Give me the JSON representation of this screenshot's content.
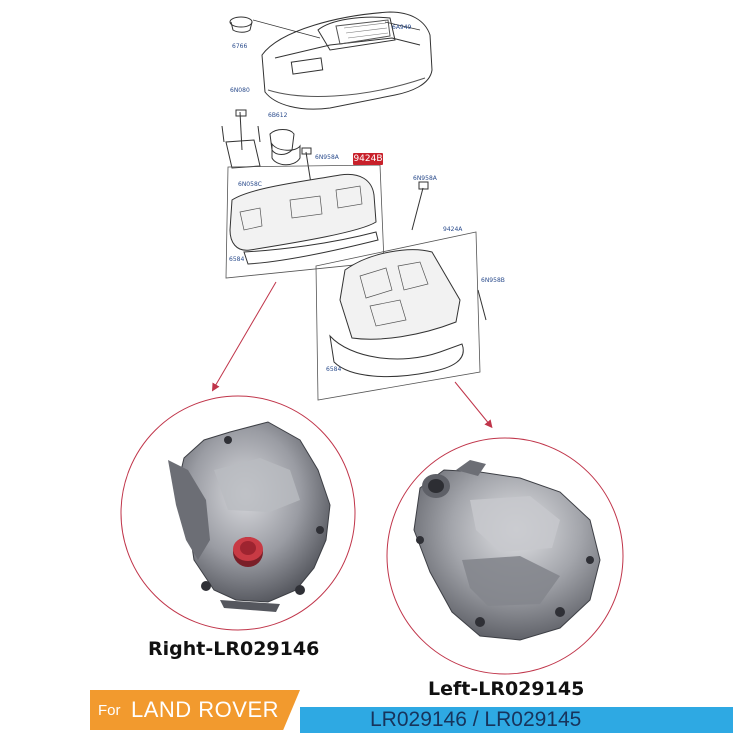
{
  "diagram": {
    "labels": {
      "cover_top": "6A949",
      "cap": "6766",
      "bolt": "6N080",
      "valve": "6B612",
      "bracket": "6N058C",
      "sensor_left": "6N958A",
      "sensor_right": "6N958A",
      "gasket_right": "6584",
      "cover_left": "9424A",
      "sensor_side": "6N958B",
      "gasket_left": "6584"
    },
    "highlight_part": "9424B"
  },
  "photos": {
    "right_caption": "Right-LR029146",
    "left_caption": "Left-LR029145"
  },
  "banner": {
    "prefix": "For",
    "brand": "LAND ROVER",
    "part_numbers": "LR029146 / LR029145"
  },
  "colors": {
    "accent_orange": "#f29a2e",
    "accent_blue": "#2ea9e3",
    "highlight_red": "#c8202a",
    "circle_outline": "#c0354a"
  }
}
